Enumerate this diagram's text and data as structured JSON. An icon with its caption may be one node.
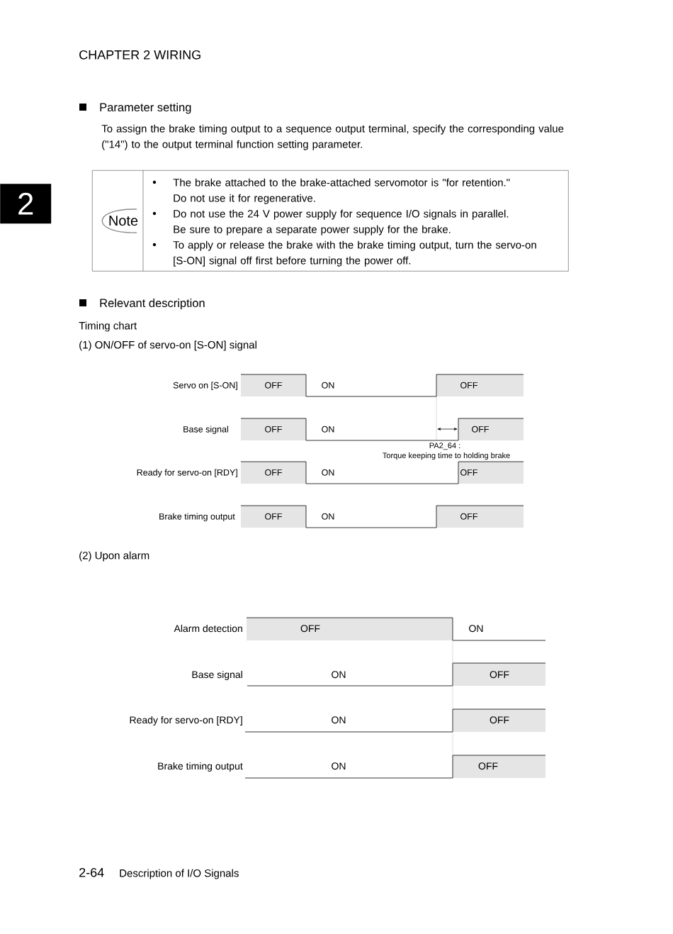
{
  "diagram": {
    "title": "CHAPTER 2 WIRING",
    "nodes": [
      {
        "text": [
          "2"
        ]
      },
      {
        "text": [
          "Note",
          "The brake attached to the brake-attached servomotor is \"for retention.\" Do not use it for regenerative.",
          "Do not use the 24 V power supply for sequence I/O signals in parallel. Be sure to prepare a separate power supply for the brake.",
          "To apply or release the brake with the brake timing output, turn the servo-on [S-ON] signal off first before turning the power off."
        ]
      }
    ],
    "labels": [
      "Parameter setting",
      "To assign the brake timing output to a sequence output terminal, specify the corresponding value (\"14\") to the output terminal function setting parameter.",
      "Relevant description",
      "Timing chart",
      "(1) ON/OFF of servo-on [S-ON] signal",
      "Servo on [S-ON]",
      "OFF",
      "ON",
      "OFF",
      "Base signal",
      "OFF",
      "ON",
      "OFF",
      "PA2_64 :",
      "Torque keeping time to holding brake",
      "Ready for servo-on [RDY]",
      "OFF",
      "ON",
      "OFF",
      "Brake timing output",
      "OFF",
      "ON",
      "OFF",
      "(2) Upon alarm",
      "Alarm detection",
      "OFF",
      "ON",
      "Base signal",
      "ON",
      "OFF",
      "Ready for servo-on [RDY]",
      "ON",
      "OFF",
      "Brake timing output",
      "ON",
      "OFF",
      "2-64",
      "Description of I/O Signals"
    ]
  }
}
